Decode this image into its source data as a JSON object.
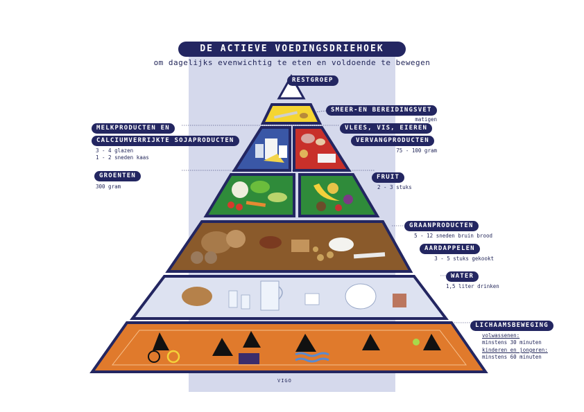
{
  "title": "DE ACTIEVE VOEDINGSDRIEHOEK",
  "subtitle": "om dagelijks evenwichtig te eten en voldoende te bewegen",
  "labels": {
    "restgroep": "RESTGROEP",
    "smeervet": "SMEER-EN BEREIDINGSVET",
    "smeervet_note": "matigen",
    "melk_line1": "MELKPRODUCTEN EN",
    "melk_line2": "CALCIUMVERRIJKTE SOJAPRODUCTEN",
    "melk_note1": "3 - 4 glazen",
    "melk_note2": "1 - 2 sneden kaas",
    "vlees_line1": "VLEES, VIS, EIEREN",
    "vlees_line2": "VERVANGPRODUCTEN",
    "vlees_note": "75 - 100 gram",
    "groenten": "GROENTEN",
    "groenten_note": "300 gram",
    "fruit": "FRUIT",
    "fruit_note": "2 - 3 stuks",
    "graan": "GRAANPRODUCTEN",
    "graan_note": "5 - 12 sneden bruin brood",
    "aardappelen": "AARDAPPELEN",
    "aardappelen_note": "3 - 5 stuks gekookt",
    "water": "WATER",
    "water_note": "1,5 liter drinken",
    "beweging": "LICHAAMSBEWEGING",
    "beweging_adult": "volwassenen:",
    "beweging_adult_note": "minstens 30 minuten",
    "beweging_kids": "kinderen en jongeren:",
    "beweging_kids_note": "minstens 60 minuten",
    "vigo": "VIGO"
  },
  "colors": {
    "navy": "#232661",
    "backdrop": "#d5d9ec",
    "yellow": "#f5d531",
    "blue": "#3a57a6",
    "red": "#c8302a",
    "green": "#2f8b3a",
    "brown": "#8a5a2b",
    "water": "#dde2f1",
    "orange": "#e07a2c"
  }
}
